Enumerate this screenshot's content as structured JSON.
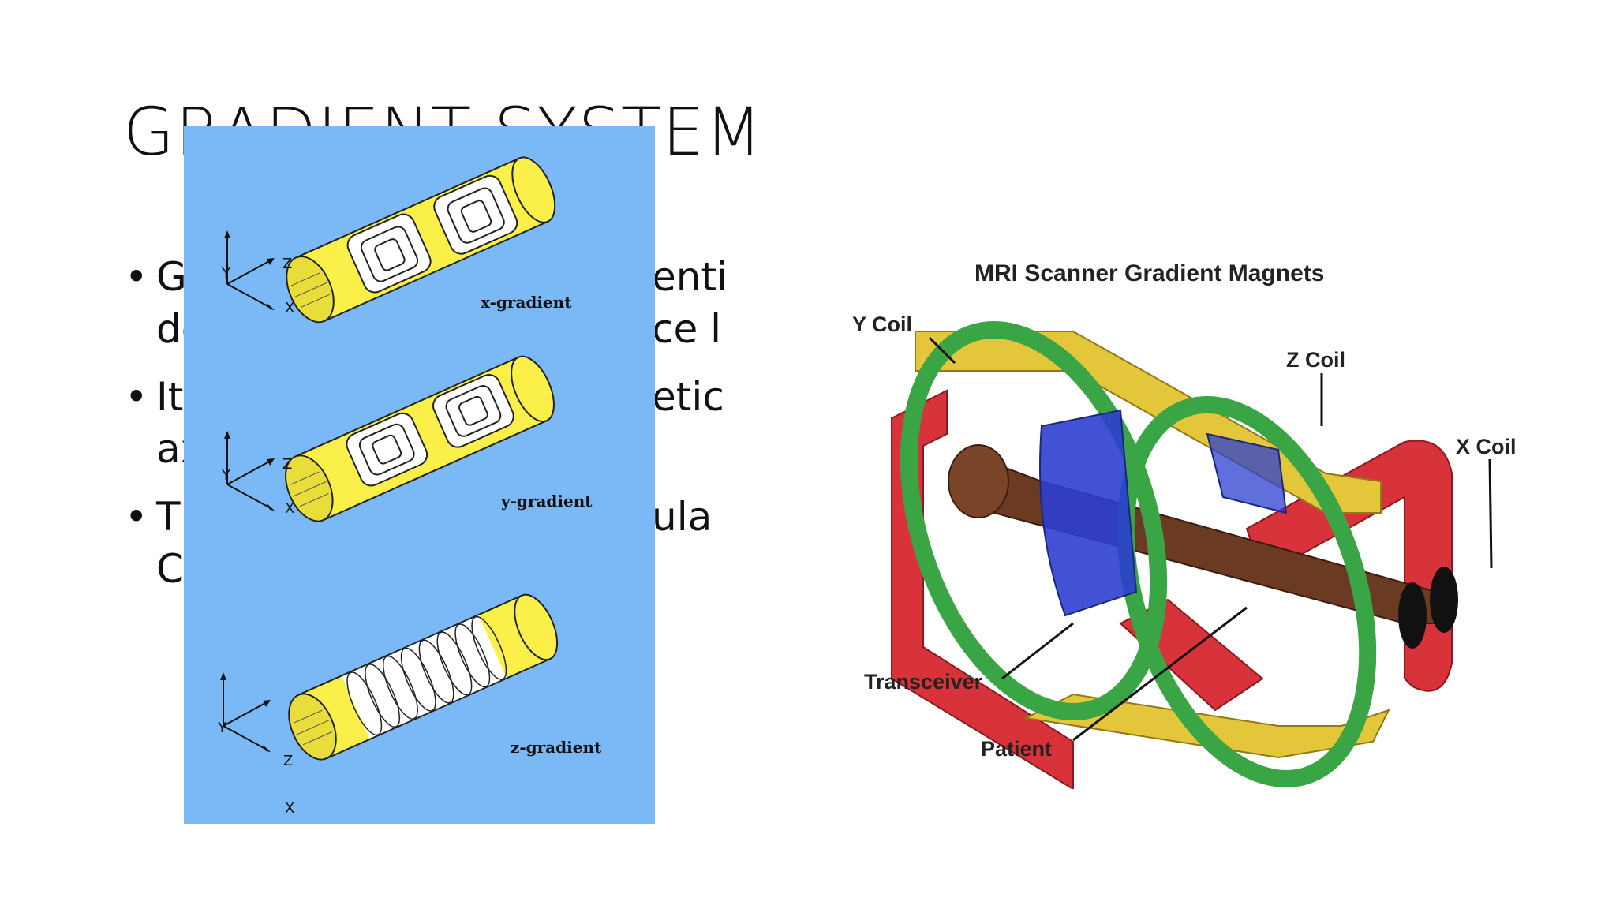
{
  "slide": {
    "title": "GRADIENT SYSTEM",
    "bullets": [
      {
        "marker": "•",
        "lines": [
          "G",
          "de"
        ],
        "right_fragments": [
          "enti",
          "ce l"
        ]
      },
      {
        "marker": "•",
        "lines": [
          "It",
          "ax"
        ],
        "right_fragments": [
          "etic",
          ""
        ]
      },
      {
        "marker": "•",
        "lines": [
          "Tl",
          "Ca"
        ],
        "right_fragments": [
          "ula",
          ""
        ]
      }
    ]
  },
  "coil_diagram": {
    "background_color": "#7ab8f6",
    "coil_color": "#fbf04a",
    "panels": [
      {
        "label": "x-gradient",
        "axes": {
          "y": "Y",
          "z": "Z",
          "x": "X"
        }
      },
      {
        "label": "y-gradient",
        "axes": {
          "y": "Y",
          "z": "Z",
          "x": "X"
        }
      },
      {
        "label": "z-gradient",
        "axes": {
          "y": "Y",
          "z": "Z",
          "x": "X"
        }
      }
    ]
  },
  "scanner_diagram": {
    "title": "MRI Scanner Gradient Magnets",
    "labels": {
      "y_coil": "Y Coil",
      "z_coil": "Z Coil",
      "x_coil": "X Coil",
      "transceiver": "Transceiver",
      "patient": "Patient"
    },
    "colors": {
      "y_coil": "#e3c63a",
      "z_coil": "#3aa544",
      "x_coil": "#d8323a",
      "transceiver": "#2c3fd0",
      "patient": "#6b3a22"
    }
  }
}
